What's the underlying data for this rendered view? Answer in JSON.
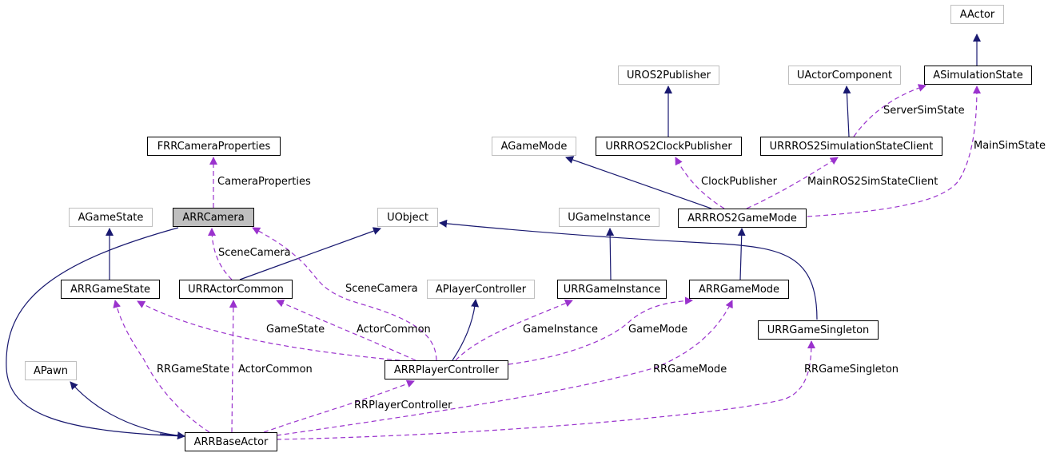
{
  "diagram": {
    "colors": {
      "inherit": "#191970",
      "member": "#9a32cd",
      "external_border": "#bfbfbf",
      "focus_fill": "#bfbfbf"
    },
    "nodes": {
      "aactor": "AActor",
      "asimulationstate": "ASimulationState",
      "uros2publisher": "UROS2Publisher",
      "uactorcomponent": "UActorComponent",
      "frrcameraproperties": "FRRCameraProperties",
      "agamemode": "AGameMode",
      "urrros2clockpublisher": "URRROS2ClockPublisher",
      "urrros2simulationstateclient": "URRROS2SimulationStateClient",
      "agamestate": "AGameState",
      "arrcamera": "ARRCamera",
      "uobject": "UObject",
      "ugameinstance": "UGameInstance",
      "arrros2gamemode": "ARRROS2GameMode",
      "arrgamestate": "ARRGameState",
      "urractorcommon": "URRActorCommon",
      "aplayercontroller": "APlayerController",
      "urrgameinstance": "URRGameInstance",
      "arrgamemode": "ARRGameMode",
      "urrgamesingleton": "URRGameSingleton",
      "apawn": "APawn",
      "arrplayercontroller": "ARRPlayerController",
      "arrbaseactor": "ARRBaseActor"
    },
    "edge_labels": {
      "server_sim_state": "ServerSimState",
      "main_sim_state": "MainSimState",
      "camera_properties": "CameraProperties",
      "clock_publisher": "ClockPublisher",
      "main_ros2_sim_state_client": "MainROS2SimStateClient",
      "scene_camera_actor_common": "SceneCamera",
      "scene_camera_player_controller": "SceneCamera",
      "game_state": "GameState",
      "actor_common_player_controller": "ActorCommon",
      "game_instance": "GameInstance",
      "game_mode": "GameMode",
      "rr_game_state": "RRGameState",
      "actor_common_base_actor": "ActorCommon",
      "rr_game_mode": "RRGameMode",
      "rr_game_singleton": "RRGameSingleton",
      "rr_player_controller": "RRPlayerController"
    }
  }
}
